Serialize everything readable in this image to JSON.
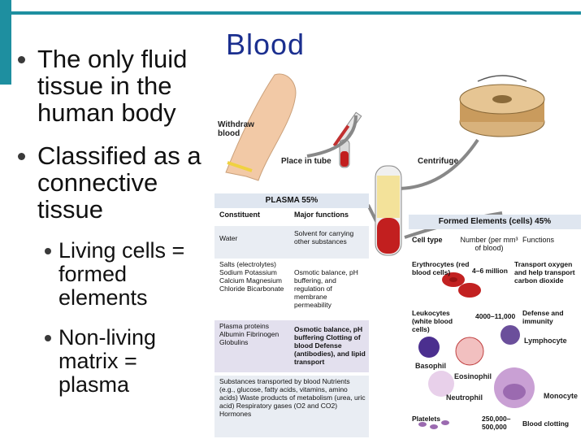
{
  "slide": {
    "title": "Blood",
    "bullets": [
      {
        "text": "The only fluid tissue in the human body"
      },
      {
        "text": "Classified as a connective tissue"
      }
    ],
    "sub_bullets": [
      {
        "text": "Living cells = formed elements"
      },
      {
        "text": "Non-living matrix = plasma"
      }
    ]
  },
  "figure": {
    "labels": {
      "withdraw": "Withdraw blood",
      "tube": "Place in tube",
      "centrifuge": "Centrifuge"
    },
    "plasma": {
      "header": "PLASMA 55%",
      "col1": "Constituent",
      "col2": "Major functions",
      "rows": [
        {
          "a": "Water",
          "b": "Solvent for carrying other substances"
        },
        {
          "a": "Salts (electrolytes) Sodium Potassium Calcium Magnesium Chloride Bicarbonate",
          "b": "Osmotic balance, pH buffering, and regulation of membrane permeability"
        },
        {
          "a": "Plasma proteins Albumin Fibrinogen Globulins",
          "b": "Osmotic balance, pH buffering Clotting of blood Defense (antibodies), and lipid transport"
        },
        {
          "a": "Substances transported by blood Nutrients (e.g., glucose, fatty acids, vitamins, amino acids) Waste products of metabolism (urea, uric acid) Respiratory gases (O2 and CO2) Hormones",
          "b": ""
        }
      ]
    },
    "formed": {
      "header": "Formed Elements (cells) 45%",
      "col1": "Cell type",
      "col2": "Number (per mm³ of blood)",
      "col3": "Functions",
      "rows": [
        {
          "type": "Erythrocytes (red blood cells)",
          "number": "4–6 million",
          "function": "Transport oxygen and help transport carbon dioxide"
        },
        {
          "type": "Leukocytes (white blood cells)",
          "number": "4000–11,000",
          "function": "Defense and immunity"
        },
        {
          "type": "Platelets",
          "number": "250,000–500,000",
          "function": "Blood clotting"
        }
      ],
      "cells": {
        "lymphocyte": "Lymphocyte",
        "basophil": "Basophil",
        "eosinophil": "Eosinophil",
        "neutrophil": "Neutrophil",
        "monocyte": "Monocyte"
      }
    }
  },
  "colors": {
    "accent": "#1e8fa0",
    "title": "#1b2f8f"
  }
}
